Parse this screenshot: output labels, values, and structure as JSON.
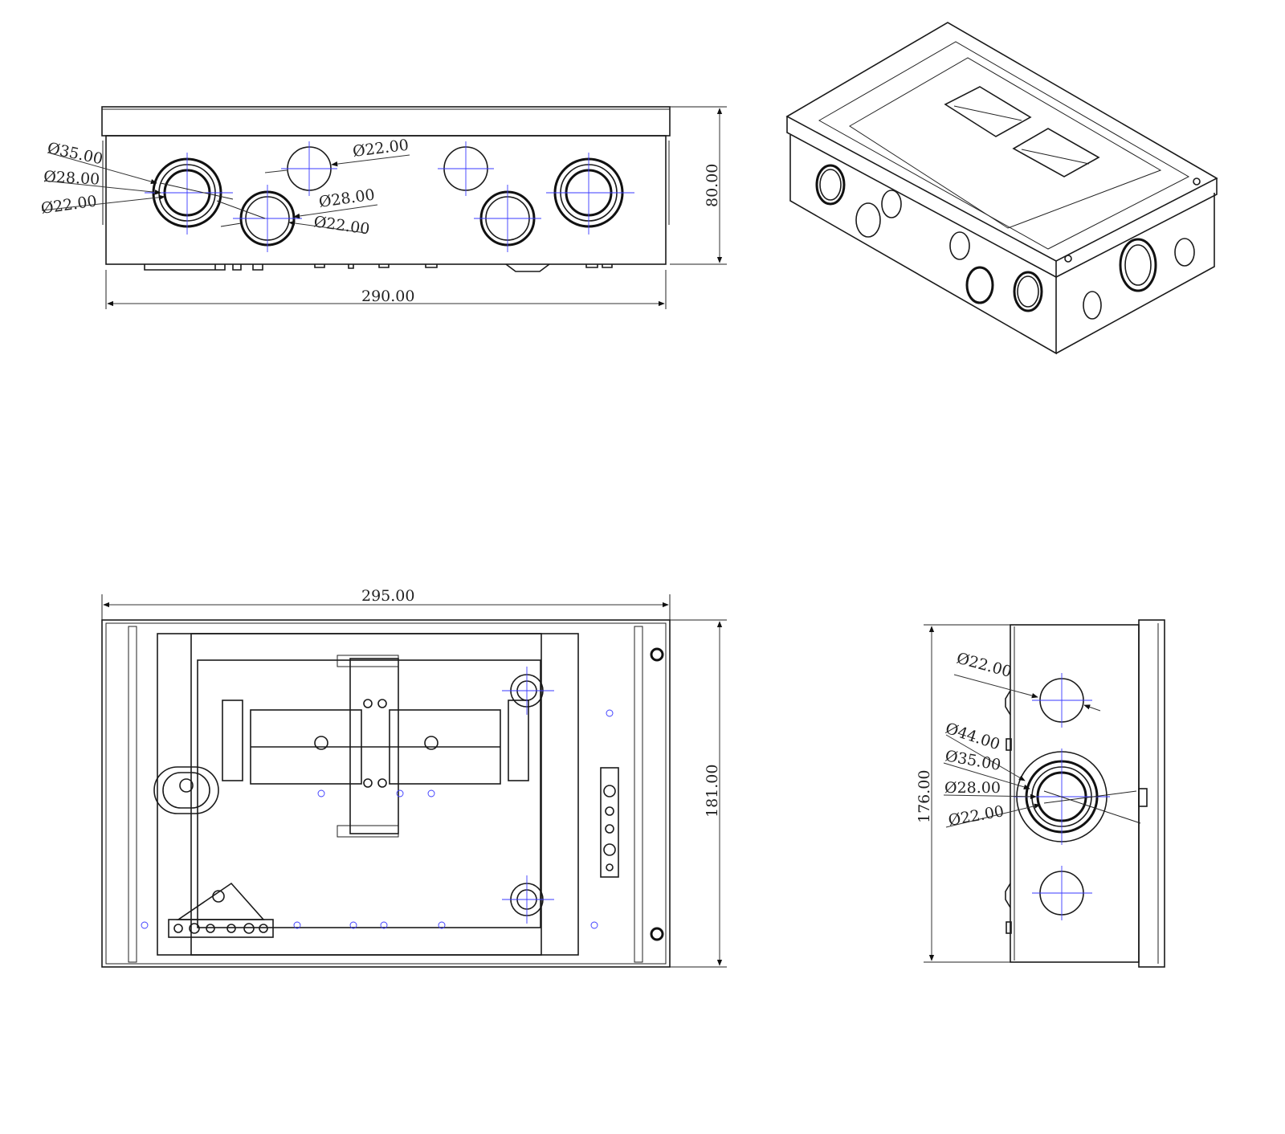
{
  "dimensions": {
    "front_width": "290.00",
    "front_height": "80.00",
    "bottom_width": "295.00",
    "bottom_height": "181.00",
    "side_height": "176.00"
  },
  "front_holes": {
    "large_outer": "Ø35.00",
    "large_mid": "Ø28.00",
    "large_inner": "Ø22.00",
    "plain": "Ø22.00",
    "small_outer": "Ø28.00",
    "small_inner": "Ø22.00"
  },
  "side_holes": {
    "top": "Ø22.00",
    "d44": "Ø44.00",
    "d35": "Ø35.00",
    "d28": "Ø28.00",
    "d22": "Ø22.00"
  },
  "colors": {
    "line": "#1a1a1a",
    "centerline": "#3a3aff"
  }
}
